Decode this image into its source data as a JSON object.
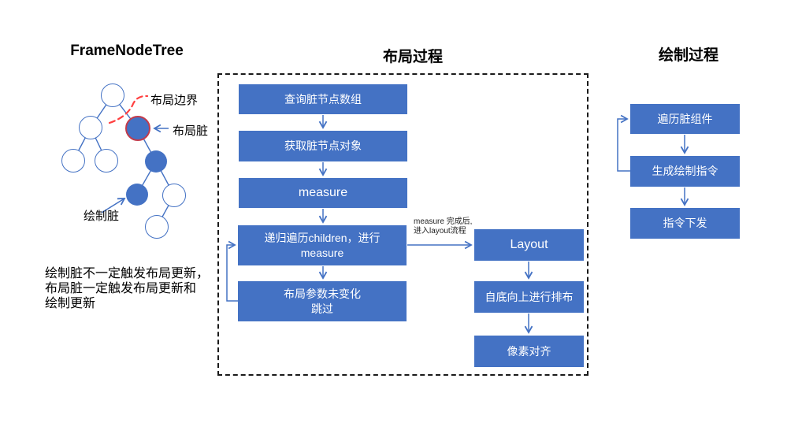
{
  "colors": {
    "accent_blue": "#4472C4",
    "node_ring_red": "#C23B4B",
    "boundary_red": "#FF4040",
    "text_dark": "#1A1A1A"
  },
  "left_panel": {
    "title": "FrameNodeTree",
    "labels": {
      "layout_boundary": "布局边界",
      "layout_dirty": "布局脏",
      "draw_dirty": "绘制脏"
    },
    "note": "绘制脏不一定触发布局更新，\n布局脏一定触发布局更新和\n绘制更新"
  },
  "layout_process": {
    "title": "布局过程",
    "measure_steps": [
      "查询脏节点数组",
      "获取脏节点对象",
      "measure",
      "递归遍历children，进行\nmeasure",
      "布局参数未变化\n跳过"
    ],
    "layout_steps": [
      "Layout",
      "自底向上进行排布",
      "像素对齐"
    ],
    "transition_note": "measure 完成后,\n进入layout流程"
  },
  "paint_process": {
    "title": "绘制过程",
    "steps": [
      "遍历脏组件",
      "生成绘制指令",
      "指令下发"
    ]
  }
}
